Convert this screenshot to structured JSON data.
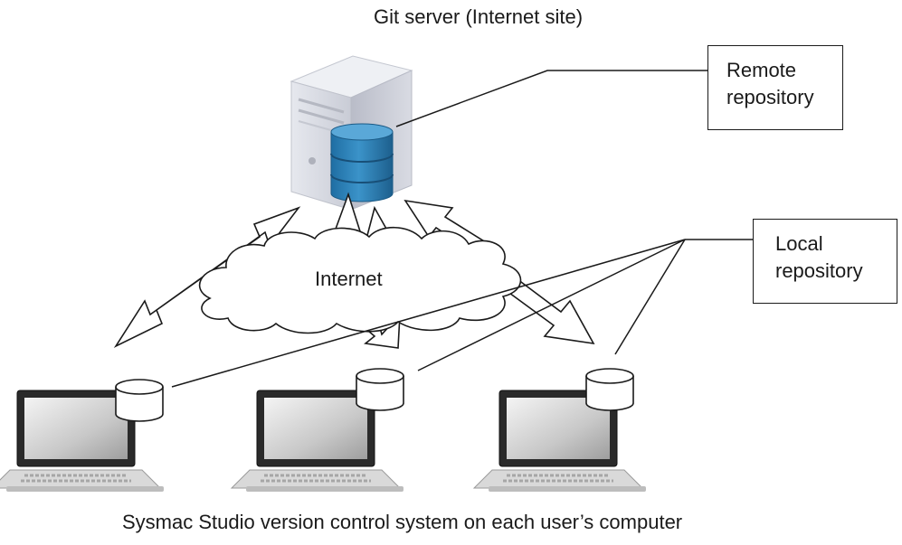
{
  "server": {
    "title": "Git server (Internet site)"
  },
  "remote_repo": {
    "line1": "Remote",
    "line2": "repository"
  },
  "local_repo": {
    "line1": "Local",
    "line2": "repository"
  },
  "cloud": {
    "label": "Internet"
  },
  "footer": {
    "caption": "Sysmac Studio version control system on each user’s computer"
  },
  "colors": {
    "db_blue": "#2f7fb6",
    "db_dark": "#1d5f8d",
    "line": "#1a1a1a"
  }
}
